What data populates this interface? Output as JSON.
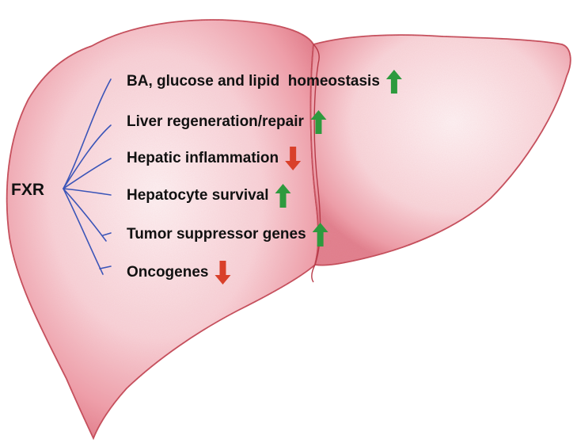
{
  "diagram": {
    "hub": "FXR",
    "effects": [
      {
        "label": "BA, glucose and lipid  homeostasis",
        "direction": "up"
      },
      {
        "label": "Liver regeneration/repair",
        "direction": "up"
      },
      {
        "label": "Hepatic inflammation",
        "direction": "down"
      },
      {
        "label": "Hepatocyte survival",
        "direction": "up"
      },
      {
        "label": "Tumor suppressor genes",
        "direction": "up"
      },
      {
        "label": "Oncogenes",
        "direction": "down"
      }
    ],
    "legend_colors": {
      "up": "#2e9a3e",
      "down": "#d9402a",
      "branch": "#3b55b8",
      "organ_fill": "#f6c9cf",
      "organ_outline": "#c0404e"
    },
    "organ": "liver"
  }
}
